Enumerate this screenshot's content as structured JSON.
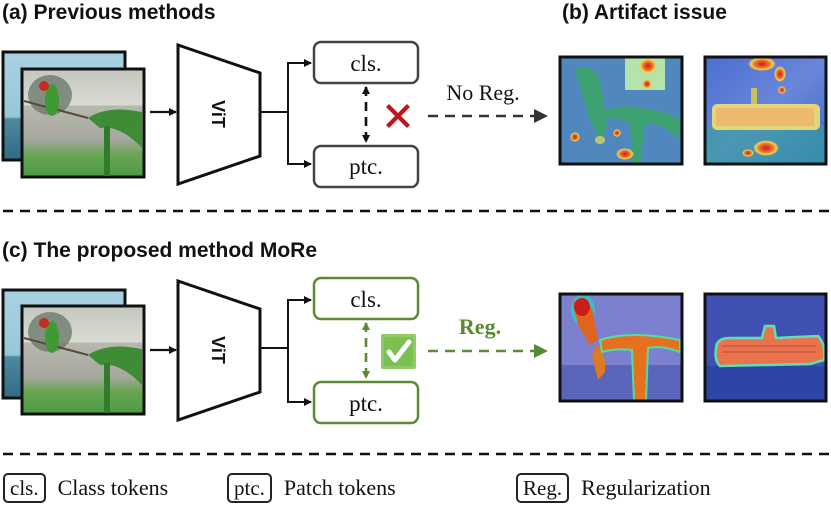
{
  "panels": {
    "a": {
      "title": "(a) Previous methods"
    },
    "b": {
      "title": "(b) Artifact issue"
    },
    "c": {
      "title": "(c) The proposed method MoRe"
    }
  },
  "encoder_label": "ViT",
  "tokens": {
    "cls": "cls.",
    "ptc": "ptc."
  },
  "previous": {
    "arrow_label": "No Reg.",
    "status_icon": "cross-mark-icon",
    "color": "#222222",
    "mark_color": "#c0141c"
  },
  "proposed": {
    "arrow_label": "Reg.",
    "status_icon": "check-mark-icon",
    "color": "#5a8a32",
    "mark_color": "#8fcc66"
  },
  "images": {
    "input": "parrot-photo-over-ship-photo",
    "artifact_maps": [
      "parrot-attention-map-noisy",
      "ship-attention-map-noisy"
    ],
    "clean_maps": [
      "parrot-attention-map-clean",
      "ship-attention-map-clean"
    ]
  },
  "legend": [
    {
      "key": "cls.",
      "desc": "Class tokens"
    },
    {
      "key": "ptc.",
      "desc": "Patch tokens"
    },
    {
      "key": "Reg.",
      "desc": "Regularization"
    }
  ]
}
